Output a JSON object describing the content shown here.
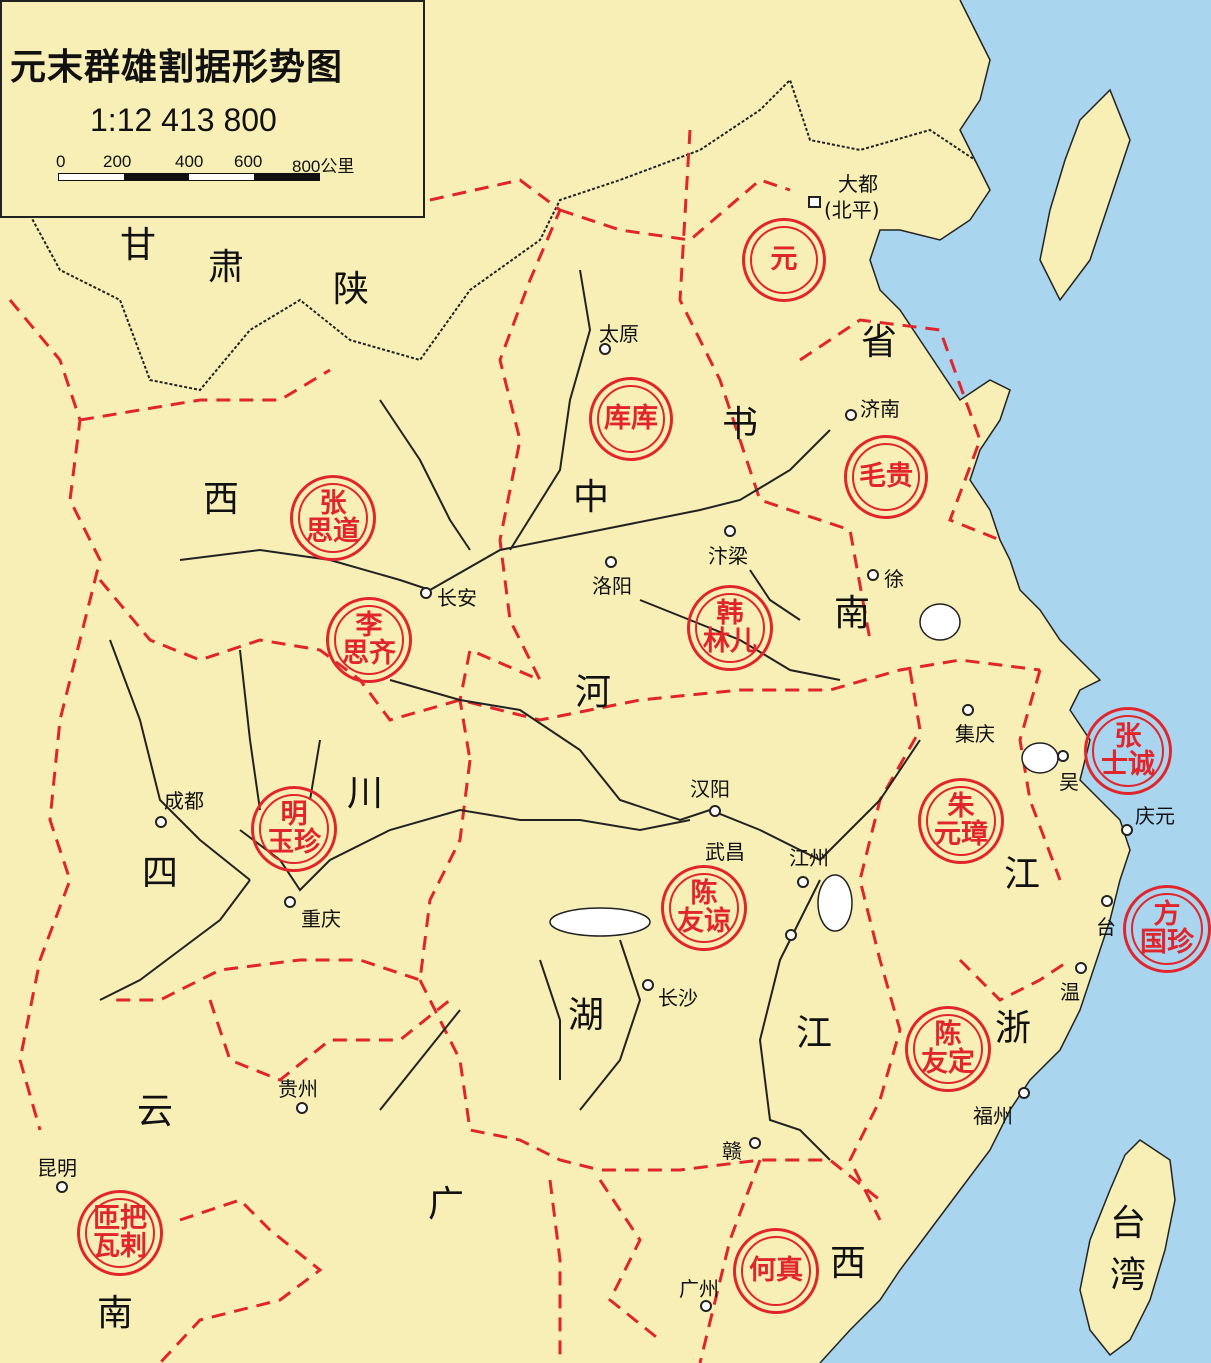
{
  "legend": {
    "title": "元末群雄割据形势图",
    "scale": "1:12 413 800",
    "ticks": [
      "0",
      "200",
      "400",
      "600",
      "800公里"
    ]
  },
  "colors": {
    "land": "#f7efb6",
    "sea": "#a9d5ee",
    "border_red": "#e1252d",
    "river": "#222222"
  },
  "regions": [
    {
      "id": "gan",
      "text": "甘"
    },
    {
      "id": "su",
      "text": "肃"
    },
    {
      "id": "shaan",
      "text": "陕"
    },
    {
      "id": "xi1",
      "text": "西"
    },
    {
      "id": "sheng",
      "text": "省"
    },
    {
      "id": "shu",
      "text": "书"
    },
    {
      "id": "zhong",
      "text": "中"
    },
    {
      "id": "nan1",
      "text": "南"
    },
    {
      "id": "he",
      "text": "河"
    },
    {
      "id": "chuan",
      "text": "川"
    },
    {
      "id": "si",
      "text": "四"
    },
    {
      "id": "jiang1",
      "text": "江"
    },
    {
      "id": "hu",
      "text": "湖"
    },
    {
      "id": "jiang2",
      "text": "江"
    },
    {
      "id": "zhe",
      "text": "浙"
    },
    {
      "id": "yun",
      "text": "云"
    },
    {
      "id": "guang",
      "text": "广"
    },
    {
      "id": "xi2",
      "text": "西"
    },
    {
      "id": "nan2",
      "text": "南"
    },
    {
      "id": "tai",
      "text": "台"
    },
    {
      "id": "wan",
      "text": "湾"
    }
  ],
  "cities": [
    {
      "id": "dadu",
      "text": "大都"
    },
    {
      "id": "beiping",
      "text": "(北平)"
    },
    {
      "id": "taiyuan",
      "text": "太原"
    },
    {
      "id": "jinan",
      "text": "济南"
    },
    {
      "id": "bianliang",
      "text": "汴梁"
    },
    {
      "id": "luoyang",
      "text": "洛阳"
    },
    {
      "id": "xu",
      "text": "徐"
    },
    {
      "id": "changan",
      "text": "长安"
    },
    {
      "id": "jiqing",
      "text": "集庆"
    },
    {
      "id": "wu",
      "text": "吴"
    },
    {
      "id": "qingyuan",
      "text": "庆元"
    },
    {
      "id": "chengdu",
      "text": "成都"
    },
    {
      "id": "hanyang",
      "text": "汉阳"
    },
    {
      "id": "wuchang",
      "text": "武昌"
    },
    {
      "id": "jiangzhou",
      "text": "江州"
    },
    {
      "id": "chongqing",
      "text": "重庆"
    },
    {
      "id": "tai_city",
      "text": "台"
    },
    {
      "id": "changsha",
      "text": "长沙"
    },
    {
      "id": "wen",
      "text": "温"
    },
    {
      "id": "guizhou",
      "text": "贵州"
    },
    {
      "id": "fuzhou",
      "text": "福州"
    },
    {
      "id": "gan_city",
      "text": "赣"
    },
    {
      "id": "kunming",
      "text": "昆明"
    },
    {
      "id": "guangzhou",
      "text": "广州"
    }
  ],
  "factions": [
    {
      "id": "yuan",
      "text": "元"
    },
    {
      "id": "kuku",
      "text": "库库"
    },
    {
      "id": "maogui",
      "text": "毛贵"
    },
    {
      "id": "zhangsidao",
      "text": "张\n思道"
    },
    {
      "id": "hanlinr",
      "text": "韩\n林儿"
    },
    {
      "id": "lisiqi",
      "text": "李\n思齐"
    },
    {
      "id": "zhangshicheng",
      "text": "张\n士诚"
    },
    {
      "id": "mingyuzhen",
      "text": "明\n玉珍"
    },
    {
      "id": "zhuyuanzhang",
      "text": "朱\n元璋"
    },
    {
      "id": "chenyouliang",
      "text": "陈\n友谅"
    },
    {
      "id": "fangguozhen",
      "text": "方\n国珍"
    },
    {
      "id": "chenyouding",
      "text": "陈\n友定"
    },
    {
      "id": "bazawaerm",
      "text": "匝把\n瓦剌"
    },
    {
      "id": "hezhen",
      "text": "何真"
    }
  ]
}
